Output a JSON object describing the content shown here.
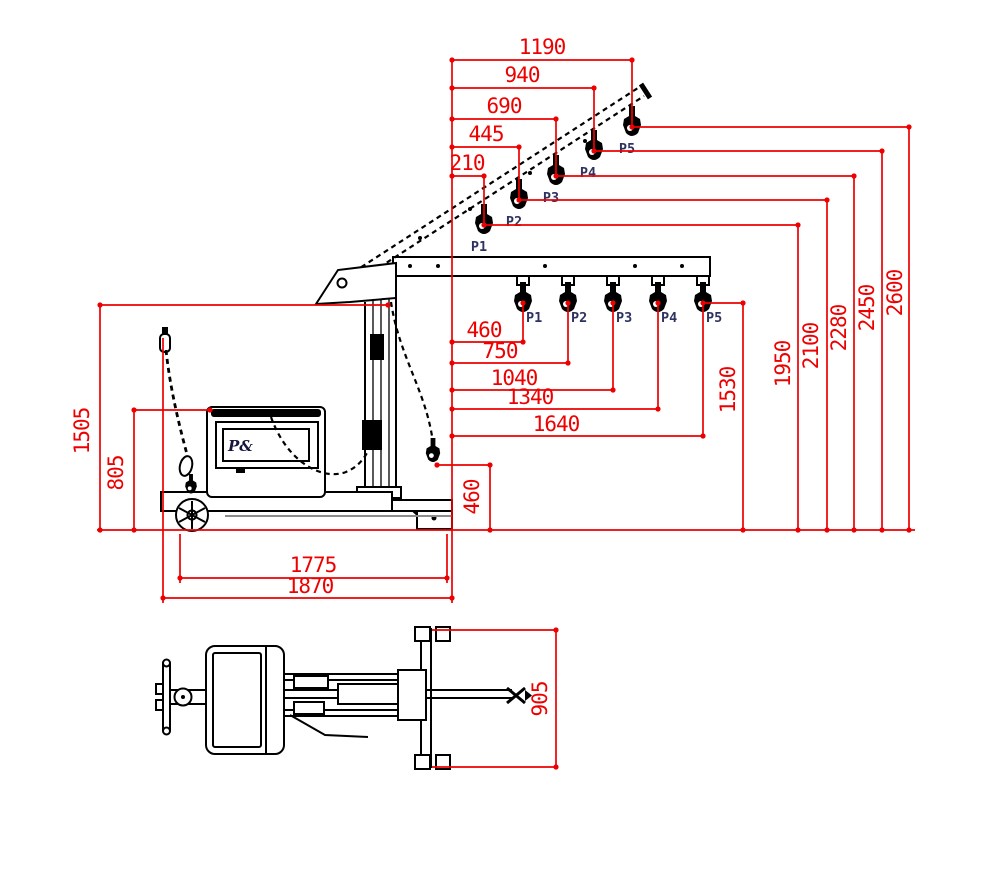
{
  "colors": {
    "dimension": "#ee0000",
    "drawing": "#000000",
    "hook_label": "#2d3261"
  },
  "side_view": {
    "upper_boom": {
      "offset_dims": [
        "210",
        "445",
        "690",
        "940",
        "1190"
      ],
      "hook_labels": [
        "P1",
        "P2",
        "P3",
        "P4",
        "P5"
      ],
      "height_dims": [
        "1950",
        "2100",
        "2280",
        "2450",
        "2600"
      ]
    },
    "lower_boom": {
      "reach_dims": [
        "460",
        "750",
        "1040",
        "1340",
        "1640"
      ],
      "hook_labels": [
        "P1",
        "P2",
        "P3",
        "P4",
        "P5"
      ],
      "hook_height_dim": "1530"
    },
    "mast_top_height_dim": "1505",
    "body_height_dim": "805",
    "hook_low_height_dim": "460",
    "wheelbase_dim": "1775",
    "overall_length_dim": "1870",
    "body_logo": "P&"
  },
  "plan_view": {
    "overall_width_dim": "905"
  }
}
